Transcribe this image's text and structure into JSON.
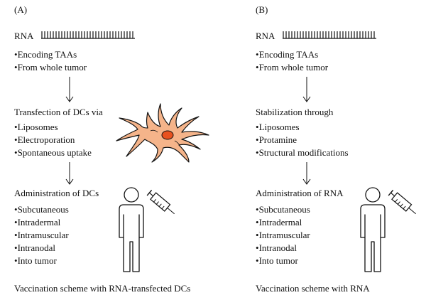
{
  "panels": [
    {
      "label": "(A)",
      "rna_label": "RNA",
      "rna_bullets": [
        "Encoding TAAs",
        "From whole tumor"
      ],
      "step2_title": "Transfection of DCs via",
      "step2_bullets": [
        "Liposomes",
        "Electroporation",
        "Spontaneous uptake"
      ],
      "step3_title": "Administration of DCs",
      "step3_bullets": [
        "Subcutaneous",
        "Intradermal",
        "Intramuscular",
        "Intranodal",
        "Into tumor"
      ],
      "caption": "Vaccination scheme with RNA-transfected DCs"
    },
    {
      "label": "(B)",
      "rna_label": "RNA",
      "rna_bullets": [
        "Encoding TAAs",
        "From whole tumor"
      ],
      "step2_title": "Stabilization through",
      "step2_bullets": [
        "Liposomes",
        "Protamine",
        "Structural modifications"
      ],
      "step3_title": "Administration of RNA",
      "step3_bullets": [
        "Subcutaneous",
        "Intradermal",
        "Intramuscular",
        "Intranodal",
        "Into tumor"
      ],
      "caption": "Vaccination scheme with RNA"
    }
  ],
  "colors": {
    "dendritic_cell_fill": "#f5b48a",
    "nucleus_fill": "#e8521f",
    "outline": "#111111"
  },
  "icons": [
    "rna-strand-icon",
    "dendritic-cell-icon",
    "person-icon",
    "syringe-icon",
    "down-arrow-icon"
  ]
}
